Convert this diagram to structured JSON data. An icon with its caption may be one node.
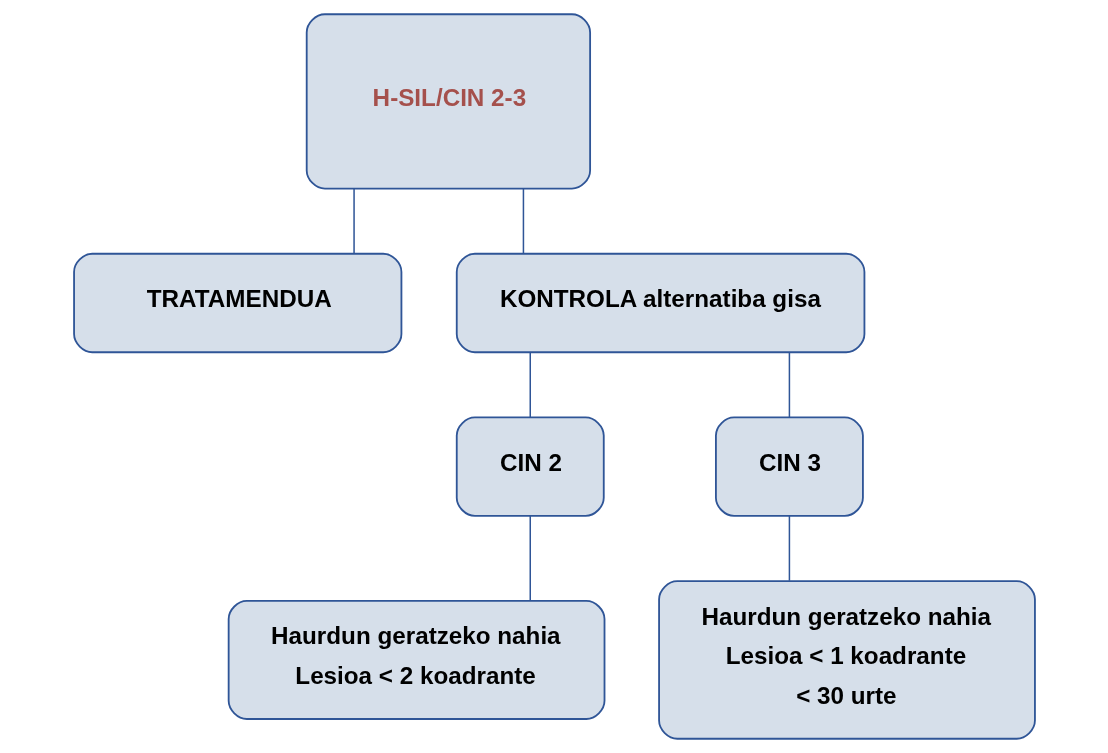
{
  "diagram": {
    "nodes": [
      {
        "text": [
          "H-SIL/CIN 2-3"
        ]
      },
      {
        "text": [
          "TRATAMENDUA"
        ]
      },
      {
        "text": [
          "KONTROLA alternatiba gisa"
        ]
      },
      {
        "text": [
          "CIN 2"
        ]
      },
      {
        "text": [
          "CIN 3"
        ]
      },
      {
        "text": [
          "Haurdun geratzeko nahia",
          "Lesioa < 2 koadrante"
        ]
      },
      {
        "text": [
          "Haurdun geratzeko nahia",
          "Lesioa < 1 koadrante",
          "< 30 urte"
        ]
      }
    ],
    "edges": [
      {
        "from": 0,
        "to": 1,
        "arrow": "none"
      },
      {
        "from": 0,
        "to": 2,
        "arrow": "none"
      },
      {
        "from": 2,
        "to": 3,
        "arrow": "none"
      },
      {
        "from": 2,
        "to": 4,
        "arrow": "none"
      },
      {
        "from": 3,
        "to": 5,
        "arrow": "none"
      },
      {
        "from": 4,
        "to": 6,
        "arrow": "none"
      }
    ]
  }
}
